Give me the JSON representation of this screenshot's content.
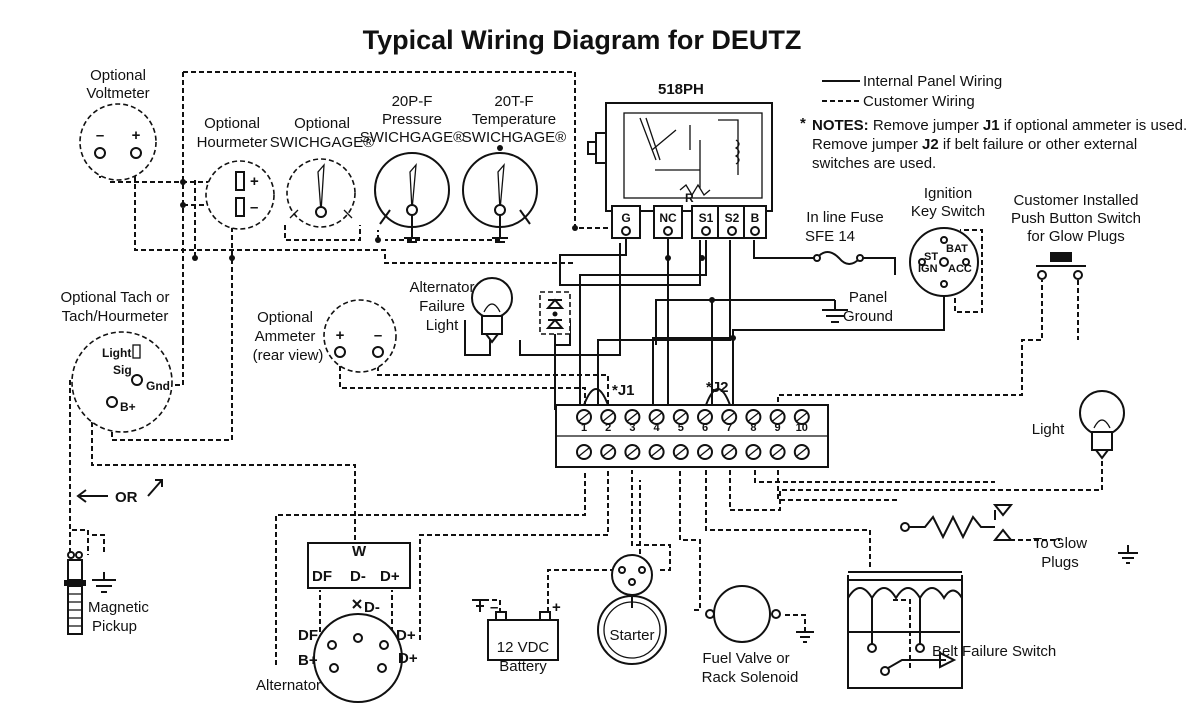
{
  "title": "Typical Wiring Diagram for DEUTZ",
  "legend": {
    "internal": "Internal Panel Wiring",
    "customer": "Customer Wiring",
    "notes_star": "*",
    "notes_label": "NOTES:",
    "note_line1_a": "Remove jumper ",
    "note_j1": "J1",
    "note_line1_b": " if optional ammeter is used.",
    "note_line2_a": "Remove jumper ",
    "note_j2": "J2",
    "note_line2_b": " if belt failure or other external",
    "note_line3": "switches are used."
  },
  "controller": {
    "name": "518PH",
    "terminals": [
      "G",
      "NC",
      "S1",
      "S2",
      "B"
    ],
    "resistor": "R"
  },
  "voltmeter": {
    "line1": "Optional",
    "line2": "Voltmeter",
    "minus": "–",
    "plus": "+"
  },
  "hourmeter": {
    "line1": "Optional",
    "line2": "Hourmeter",
    "plus": "+",
    "minus": "–"
  },
  "swichgage_opt": {
    "line1": "Optional",
    "line2": "SWICHGAGE®"
  },
  "pressure": {
    "line1": "20P-F",
    "line2": "Pressure",
    "line3": "SWICHGAGE®"
  },
  "temperature": {
    "line1": "20T-F",
    "line2": "Temperature",
    "line3": "SWICHGAGE®"
  },
  "fuse": {
    "line1": "In line Fuse",
    "line2": "SFE 14"
  },
  "ignition": {
    "line1": "Ignition",
    "line2": "Key Switch",
    "bat": "BAT",
    "st": "ST",
    "ign": "IGN",
    "acc": "ACC"
  },
  "pushbutton": {
    "line1": "Customer Installed",
    "line2": "Push Button Switch",
    "line3": "for Glow Plugs"
  },
  "tach": {
    "line1": "Optional Tach or",
    "line2": "Tach/Hourmeter",
    "light": "Light",
    "sig": "Sig",
    "gnd": "Gnd",
    "bplus": "B+"
  },
  "ammeter": {
    "line1": "Optional",
    "line2": "Ammeter",
    "line3": "(rear view)",
    "plus": "+",
    "minus": "–"
  },
  "alt_light": {
    "line1": "Alternator",
    "line2": "Failure",
    "line3": "Light"
  },
  "panel_ground": {
    "line1": "Panel",
    "line2": "Ground"
  },
  "jumpers": {
    "j1": "*J1",
    "j2": "*J2"
  },
  "terminal_strip": [
    "1",
    "2",
    "3",
    "4",
    "5",
    "6",
    "7",
    "8",
    "9",
    "10"
  ],
  "light": {
    "label": "Light"
  },
  "or_label": "OR",
  "pickup": {
    "line1": "Magnetic",
    "line2": "Pickup"
  },
  "alternator": {
    "label": "Alternator",
    "w": "W",
    "df": "DF",
    "dminus": "D-",
    "dplus": "D+",
    "xdminus": "D-",
    "bplus": "B+"
  },
  "battery": {
    "line1": "12 VDC",
    "line2": "Battery",
    "minus": "–",
    "plus": "+"
  },
  "starter": {
    "label": "Starter"
  },
  "fuel": {
    "line1": "Fuel Valve or",
    "line2": "Rack Solenoid"
  },
  "glow": {
    "line1": "To Glow",
    "line2": "Plugs"
  },
  "belt": {
    "label": "Belt Failure Switch"
  }
}
